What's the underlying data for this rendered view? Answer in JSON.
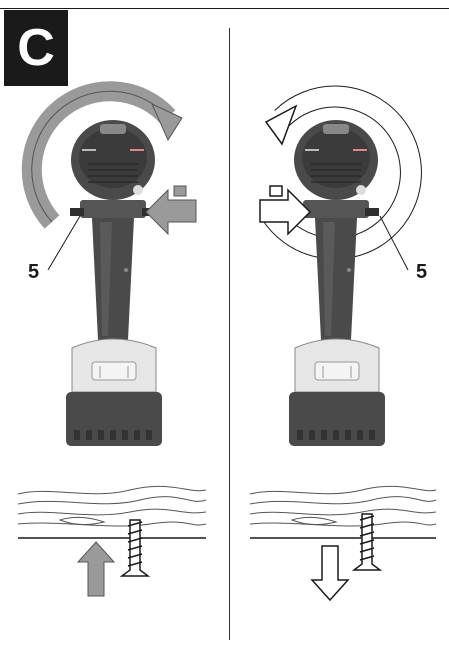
{
  "figure": {
    "label": "C"
  },
  "panels": {
    "left": {
      "callout": "5",
      "rotation_direction": "clockwise",
      "selector_push_direction": "from-right",
      "screw_motion": "drive-in"
    },
    "right": {
      "callout": "5",
      "rotation_direction": "counter-clockwise",
      "selector_push_direction": "from-left",
      "screw_motion": "remove"
    }
  },
  "colors": {
    "tool_body": "#4a4a4a",
    "tool_dark": "#2e2e2e",
    "battery_light": "#e6e6e6",
    "arrow_gray": "#9a9a9a",
    "line": "#1a1a1a"
  }
}
